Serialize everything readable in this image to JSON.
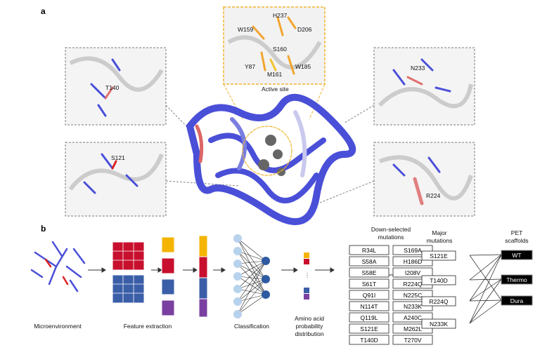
{
  "panel_a": {
    "label": "a",
    "active_site": {
      "title": "Active site",
      "residues": [
        "H237",
        "W159",
        "D206",
        "S160",
        "Y87",
        "M161",
        "W185"
      ]
    },
    "insets": {
      "top_left": "T140",
      "bottom_left": "S121",
      "top_right": "N233",
      "bottom_right": "R224"
    }
  },
  "panel_b": {
    "label": "b",
    "steps": {
      "microenvironment": "Microenvironment",
      "feature_extraction": "Feature extraction",
      "classification": "Classification",
      "distribution_1": "Amino acid",
      "distribution_2": "probability",
      "distribution_3": "distribution"
    },
    "down_selected": {
      "title_1": "Down-selected",
      "title_2": "mutations",
      "items": [
        "R34L",
        "S169A",
        "S58A",
        "H186D",
        "S58E",
        "I208V",
        "S61T",
        "R224Q",
        "Q91I",
        "N225C",
        "N114T",
        "N233K",
        "Q119L",
        "A240C",
        "S121E",
        "M262L",
        "T140D",
        "T270V"
      ]
    },
    "major": {
      "title_1": "Major",
      "title_2": "mutations",
      "items": [
        "S121E",
        "T140D",
        "R224Q",
        "N233K"
      ]
    },
    "scaffolds": {
      "title_1": "PET",
      "title_2": "scaffolds",
      "items": [
        "WT",
        "Thermo",
        "Dura"
      ]
    },
    "links": [
      [
        0,
        0
      ],
      [
        0,
        2
      ],
      [
        1,
        0
      ],
      [
        1,
        1
      ],
      [
        2,
        0
      ],
      [
        2,
        1
      ],
      [
        2,
        2
      ],
      [
        3,
        0
      ],
      [
        3,
        1
      ],
      [
        3,
        2
      ]
    ]
  },
  "colors": {
    "protein": "#4a4fd8",
    "active": "#f2a531",
    "red": "#c8102e",
    "blue": "#3b5ea8",
    "purple": "#7a3fa0",
    "yellow": "#f4b400"
  }
}
